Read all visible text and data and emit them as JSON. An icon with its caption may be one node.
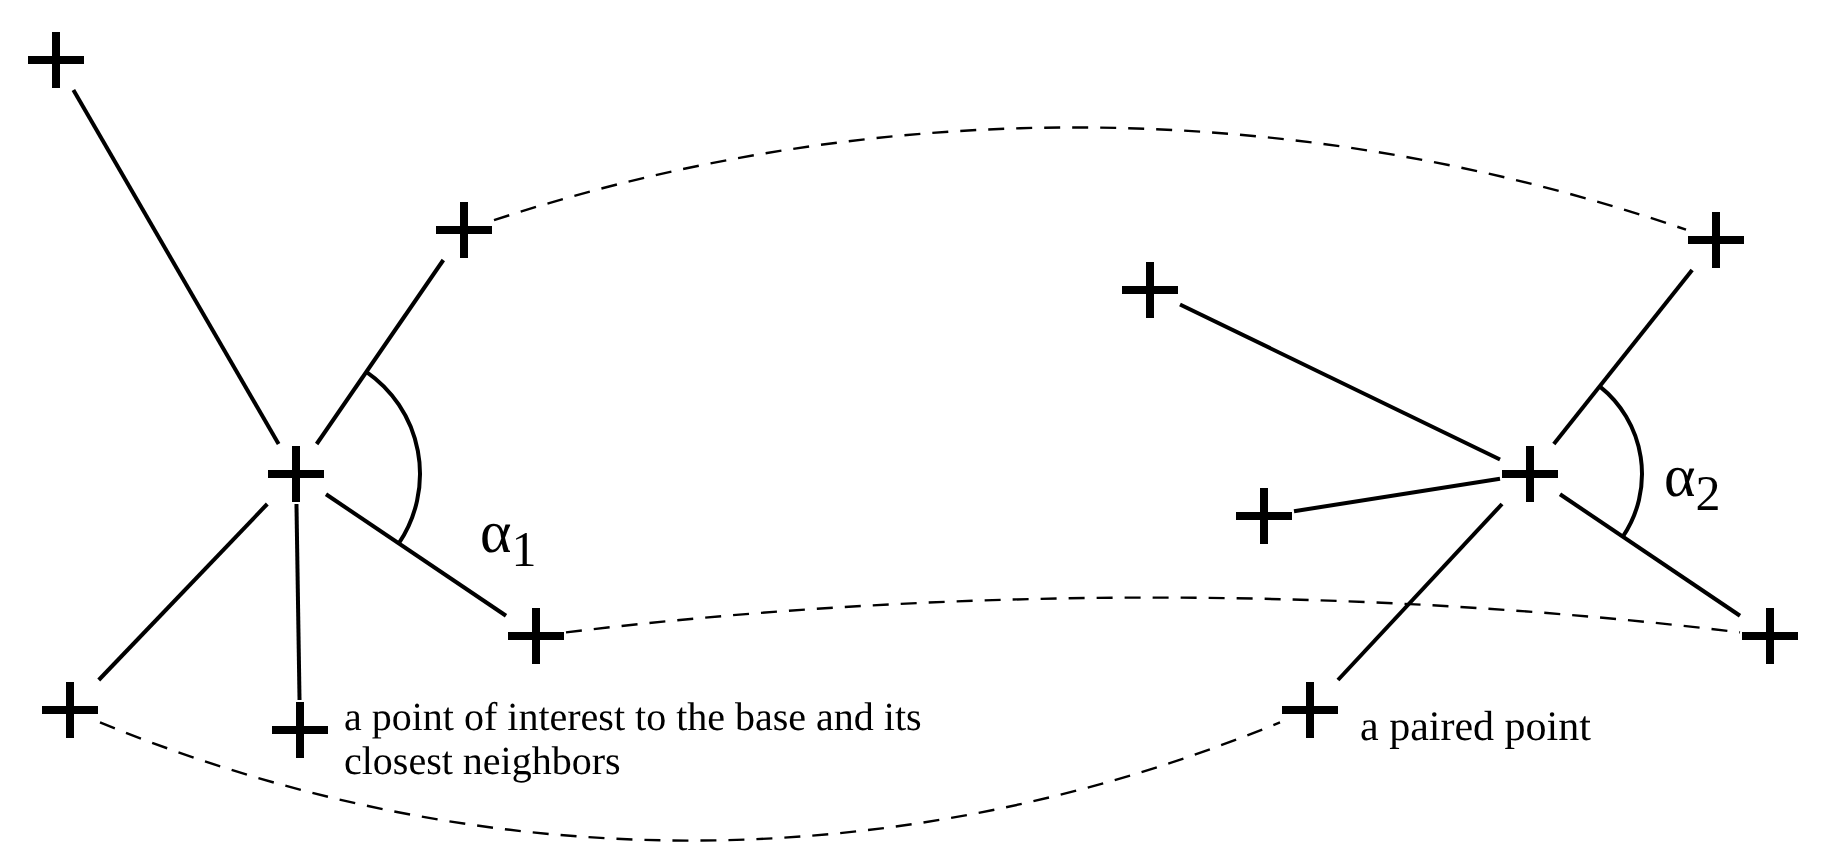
{
  "diagram": {
    "nodes": [
      {
        "text": [],
        "shape": "cross"
      },
      {
        "text": [],
        "shape": "cross"
      },
      {
        "text": [],
        "shape": "cross"
      },
      {
        "text": [],
        "shape": "cross"
      },
      {
        "text": [],
        "shape": "cross"
      },
      {
        "text": [],
        "shape": "cross"
      },
      {
        "text": [],
        "shape": "cross"
      },
      {
        "text": [],
        "shape": "cross"
      },
      {
        "text": [],
        "shape": "cross"
      },
      {
        "text": [],
        "shape": "cross"
      },
      {
        "text": [],
        "shape": "cross"
      },
      {
        "text": [],
        "shape": "cross"
      }
    ],
    "edges": [
      {
        "from": 2,
        "to": 0,
        "arrow": "none"
      },
      {
        "from": 2,
        "to": 1,
        "arrow": "none"
      },
      {
        "from": 2,
        "to": 3,
        "arrow": "none"
      },
      {
        "from": 2,
        "to": 4,
        "arrow": "none"
      },
      {
        "from": 2,
        "to": 5,
        "arrow": "none"
      },
      {
        "from": 9,
        "to": 6,
        "arrow": "none"
      },
      {
        "from": 9,
        "to": 7,
        "arrow": "none"
      },
      {
        "from": 9,
        "to": 8,
        "arrow": "none"
      },
      {
        "from": 9,
        "to": 10,
        "arrow": "none"
      },
      {
        "from": 9,
        "to": 11,
        "arrow": "none"
      },
      {
        "from": 1,
        "to": 8,
        "arrow": "none",
        "style": "dashed"
      },
      {
        "from": 3,
        "to": 10,
        "arrow": "none",
        "style": "dashed"
      },
      {
        "from": 4,
        "to": 11,
        "arrow": "none",
        "style": "dashed"
      }
    ],
    "labels": [
      "α$_{1}$",
      "α$_{2}$",
      "a point of interest to the base and its closest neighbors",
      "a paired point"
    ]
  }
}
